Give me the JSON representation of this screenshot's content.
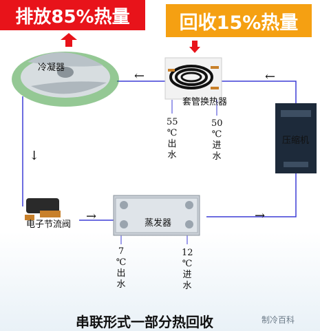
{
  "banners": {
    "left": "排放85%热量",
    "right": "回收15%热量"
  },
  "components": {
    "condenser": "冷凝器",
    "double_pipe": "套管换热器",
    "compressor": "压缩机",
    "expansion_valve": "电子节流阀",
    "evaporator": "蒸发器"
  },
  "annotations": {
    "hot_out": {
      "temp": "55",
      "unit": "℃",
      "line1": "出",
      "line2": "水"
    },
    "hot_in": {
      "temp": "50",
      "unit": "℃",
      "line1": "进",
      "line2": "水"
    },
    "chill_out": {
      "temp": "7",
      "unit": "℃",
      "line1": "出",
      "line2": "水"
    },
    "chill_in": {
      "temp": "12",
      "unit": "℃",
      "line1": "进",
      "line2": "水"
    }
  },
  "arrows": {
    "left_arrow": "←",
    "right_arrow": "→",
    "down_arrow": "↓"
  },
  "caption": "串联形式一部分热回收",
  "watermark": "制冷百科",
  "colors": {
    "red": "#e8131a",
    "orange": "#f5a012",
    "pipe": "#3b3bd6"
  }
}
